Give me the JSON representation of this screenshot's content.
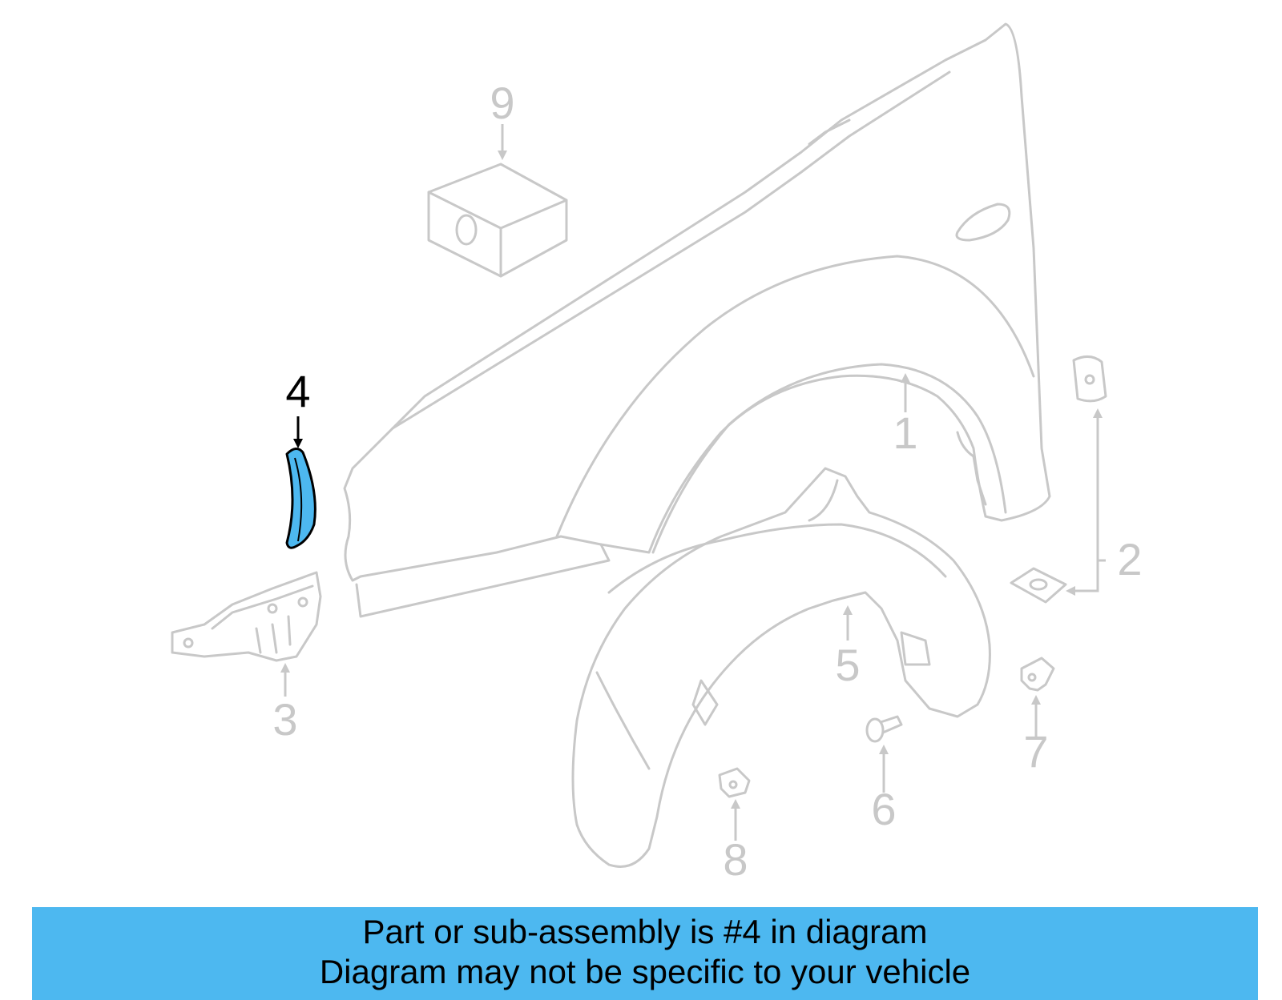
{
  "diagram": {
    "highlighted_part": "4",
    "colors": {
      "inactive_gray": "#c8c8c8",
      "highlight_fill": "#4db8f0",
      "highlight_stroke": "#000000",
      "banner": "#4db8f0"
    },
    "callouts": [
      {
        "id": "1",
        "label": "1"
      },
      {
        "id": "2",
        "label": "2"
      },
      {
        "id": "3",
        "label": "3"
      },
      {
        "id": "4",
        "label": "4"
      },
      {
        "id": "5",
        "label": "5"
      },
      {
        "id": "6",
        "label": "6"
      },
      {
        "id": "7",
        "label": "7"
      },
      {
        "id": "8",
        "label": "8"
      },
      {
        "id": "9",
        "label": "9"
      }
    ]
  },
  "banner": {
    "line1": "Part or sub-assembly is #4 in diagram",
    "line2": "Diagram may not be specific to your vehicle"
  }
}
